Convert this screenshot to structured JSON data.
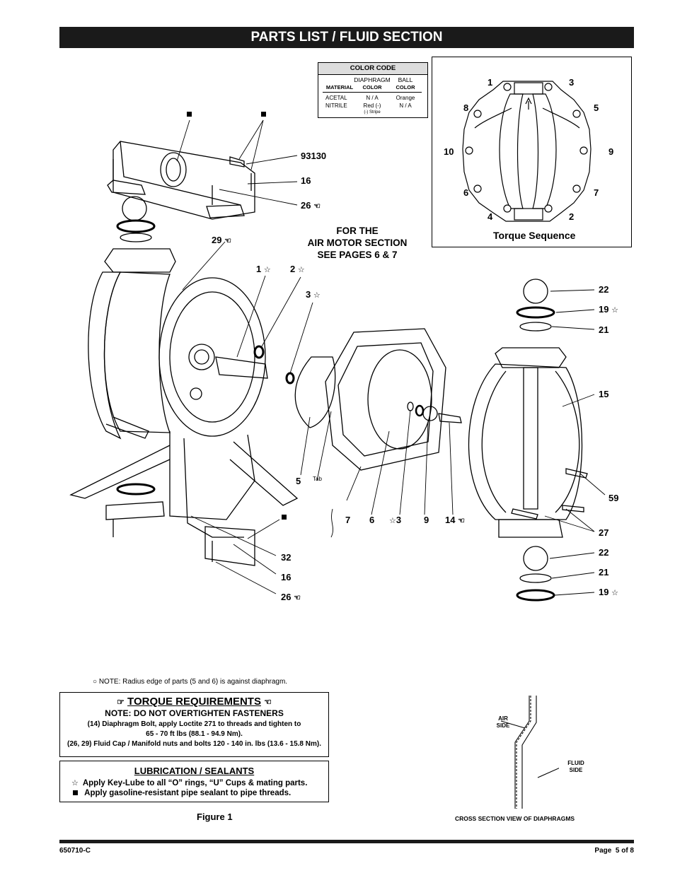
{
  "header": {
    "title": "PARTS LIST / FLUID SECTION"
  },
  "color_code": {
    "title": "COLOR CODE",
    "col_diaphragm": "DIAPHRAGM COLOR",
    "col_diaphragm_1": "DIAPHRAGM",
    "col_diaphragm_2": "COLOR",
    "col_ball_1": "BALL",
    "col_ball_2": "COLOR",
    "col_material": "MATERIAL",
    "rows": [
      {
        "material": "ACETAL",
        "diaphragm": "N / A",
        "ball": "Orange"
      },
      {
        "material": "NITRILE",
        "diaphragm": "Red (-)",
        "ball": "N / A"
      }
    ],
    "note": "(-) Stripe"
  },
  "torque_sequence": {
    "caption": "Torque Sequence",
    "numbers": [
      "1",
      "2",
      "3",
      "4",
      "5",
      "6",
      "7",
      "8",
      "9",
      "10"
    ]
  },
  "callouts": {
    "c93130": "93130",
    "c16a": "16",
    "c26a": "26",
    "c29": "29",
    "c1": "1",
    "c2": "2",
    "c3a": "3",
    "c22a": "22",
    "c19a": "19",
    "c21a": "21",
    "c15": "15",
    "c59": "59",
    "c27": "27",
    "c22b": "22",
    "c21b": "21",
    "c19b": "19",
    "c5": "5",
    "tab": "Tab",
    "c7": "7",
    "c6": "6",
    "c3b": "3",
    "c9": "9",
    "c14": "14",
    "c32": "32",
    "c16b": "16",
    "c26b": "26"
  },
  "air_motor_note": {
    "line1": "FOR THE",
    "line2": "AIR MOTOR SECTION",
    "line3": "SEE PAGES 6 & 7"
  },
  "radius_note": "○ NOTE: Radius edge of parts (5 and 6) is against diaphragm.",
  "torque_requirements": {
    "title": "TORQUE REQUIREMENTS",
    "subtitle": "NOTE: DO NOT OVERTIGHTEN FASTENERS",
    "line1": "(14) Diaphragm Bolt, apply Loctite 271 to threads and tighten to",
    "line2": "65 - 70 ft lbs (88.1 - 94.9 Nm).",
    "line3": "(26, 29) Fluid Cap / Manifold nuts and bolts 120 - 140 in. lbs (13.6 - 15.8 Nm)."
  },
  "lubrication": {
    "title": "LUBRICATION / SEALANTS",
    "item1": "Apply Key-Lube to all “O” rings, “U” Cups & mating parts.",
    "item2": "Apply gasoline-resistant pipe sealant to pipe threads."
  },
  "figure_caption": "Figure 1",
  "cross_section": {
    "air_side": "AIR SIDE",
    "air_1": "AIR",
    "air_2": "SIDE",
    "fluid_1": "FLUID",
    "fluid_2": "SIDE",
    "caption": "CROSS SECTION VIEW OF DIAPHRAGMS"
  },
  "footer": {
    "doc_number": "650710-C",
    "page": "Page  5 of 8"
  }
}
